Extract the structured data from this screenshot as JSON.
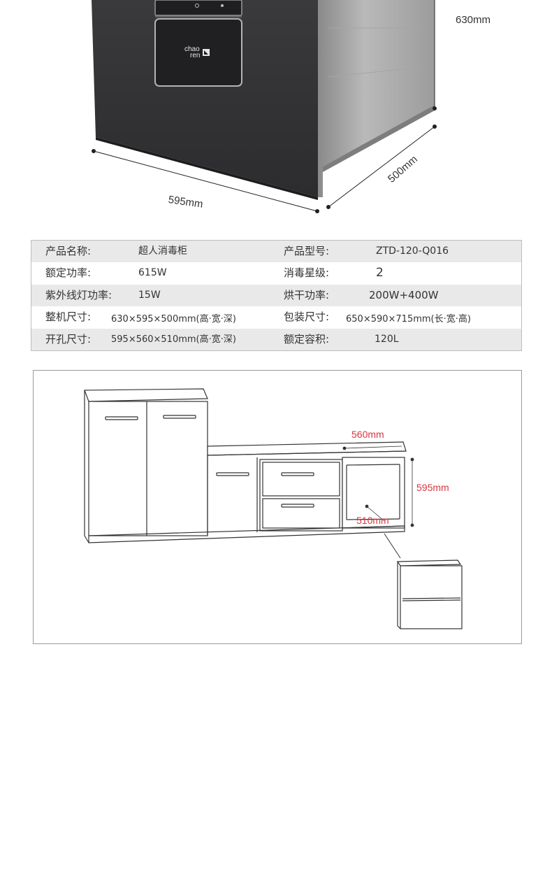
{
  "product_photo": {
    "brand_logo_text": "chao ren",
    "dimensions": {
      "height": "630mm",
      "width": "595mm",
      "depth": "500mm"
    }
  },
  "specs": {
    "rows": [
      {
        "label1": "产品名称:",
        "value1": "超人消毒柜",
        "label2": "产品型号:",
        "value2": "ZTD-120-Q016"
      },
      {
        "label1": "额定功率:",
        "value1": "615W",
        "label2": "消毒星级:",
        "value2": "2"
      },
      {
        "label1": "紫外线灯功率:",
        "value1": "15W",
        "label2": "烘干功率:",
        "value2": "200W+400W"
      },
      {
        "label1": "整机尺寸:",
        "value1": "630×595×500mm(高·宽·深)",
        "label2": "包装尺寸:",
        "value2": "650×590×715mm(长·宽·高)"
      },
      {
        "label1": "开孔尺寸:",
        "value1": "595×560×510mm(高·宽·深)",
        "label2": "额定容积:",
        "value2": "120L"
      }
    ]
  },
  "install_diagram": {
    "width_label": "560mm",
    "height_label": "595mm",
    "depth_label": "510mm",
    "accent_color": "#d9363e"
  }
}
